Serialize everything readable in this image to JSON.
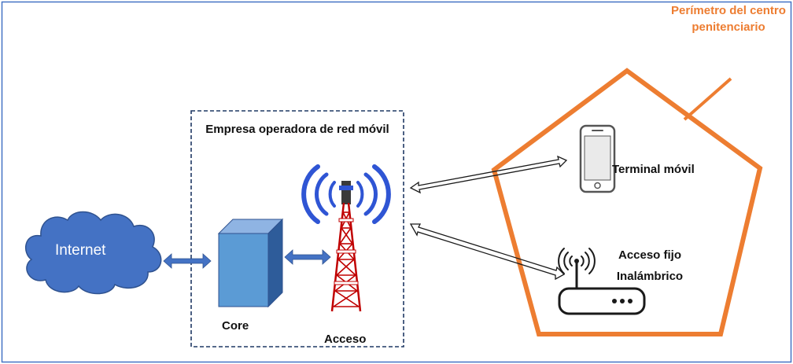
{
  "labels": {
    "operator": "Empresa operadora de red móvil",
    "perimeter": "Perímetro del centro penitenciario",
    "terminal": "Terminal móvil",
    "fixed_access": "Acceso fijo Inalámbrico",
    "core": "Core",
    "access": "Acceso",
    "internet": "Internet"
  },
  "colors": {
    "frame": "#4472C4",
    "perimeter": "#ED7D31",
    "cloud": "#4472C4",
    "core_box": "#5B9BD5",
    "arrow_fill": "#4472C4",
    "tower": "#C00000",
    "waves": "#2F55D4"
  },
  "icons": {
    "terminal": "smartphone-icon",
    "fixed_access": "wireless-router-icon",
    "access": "cell-tower-icon",
    "core": "server-box-icon",
    "internet": "cloud-icon"
  }
}
